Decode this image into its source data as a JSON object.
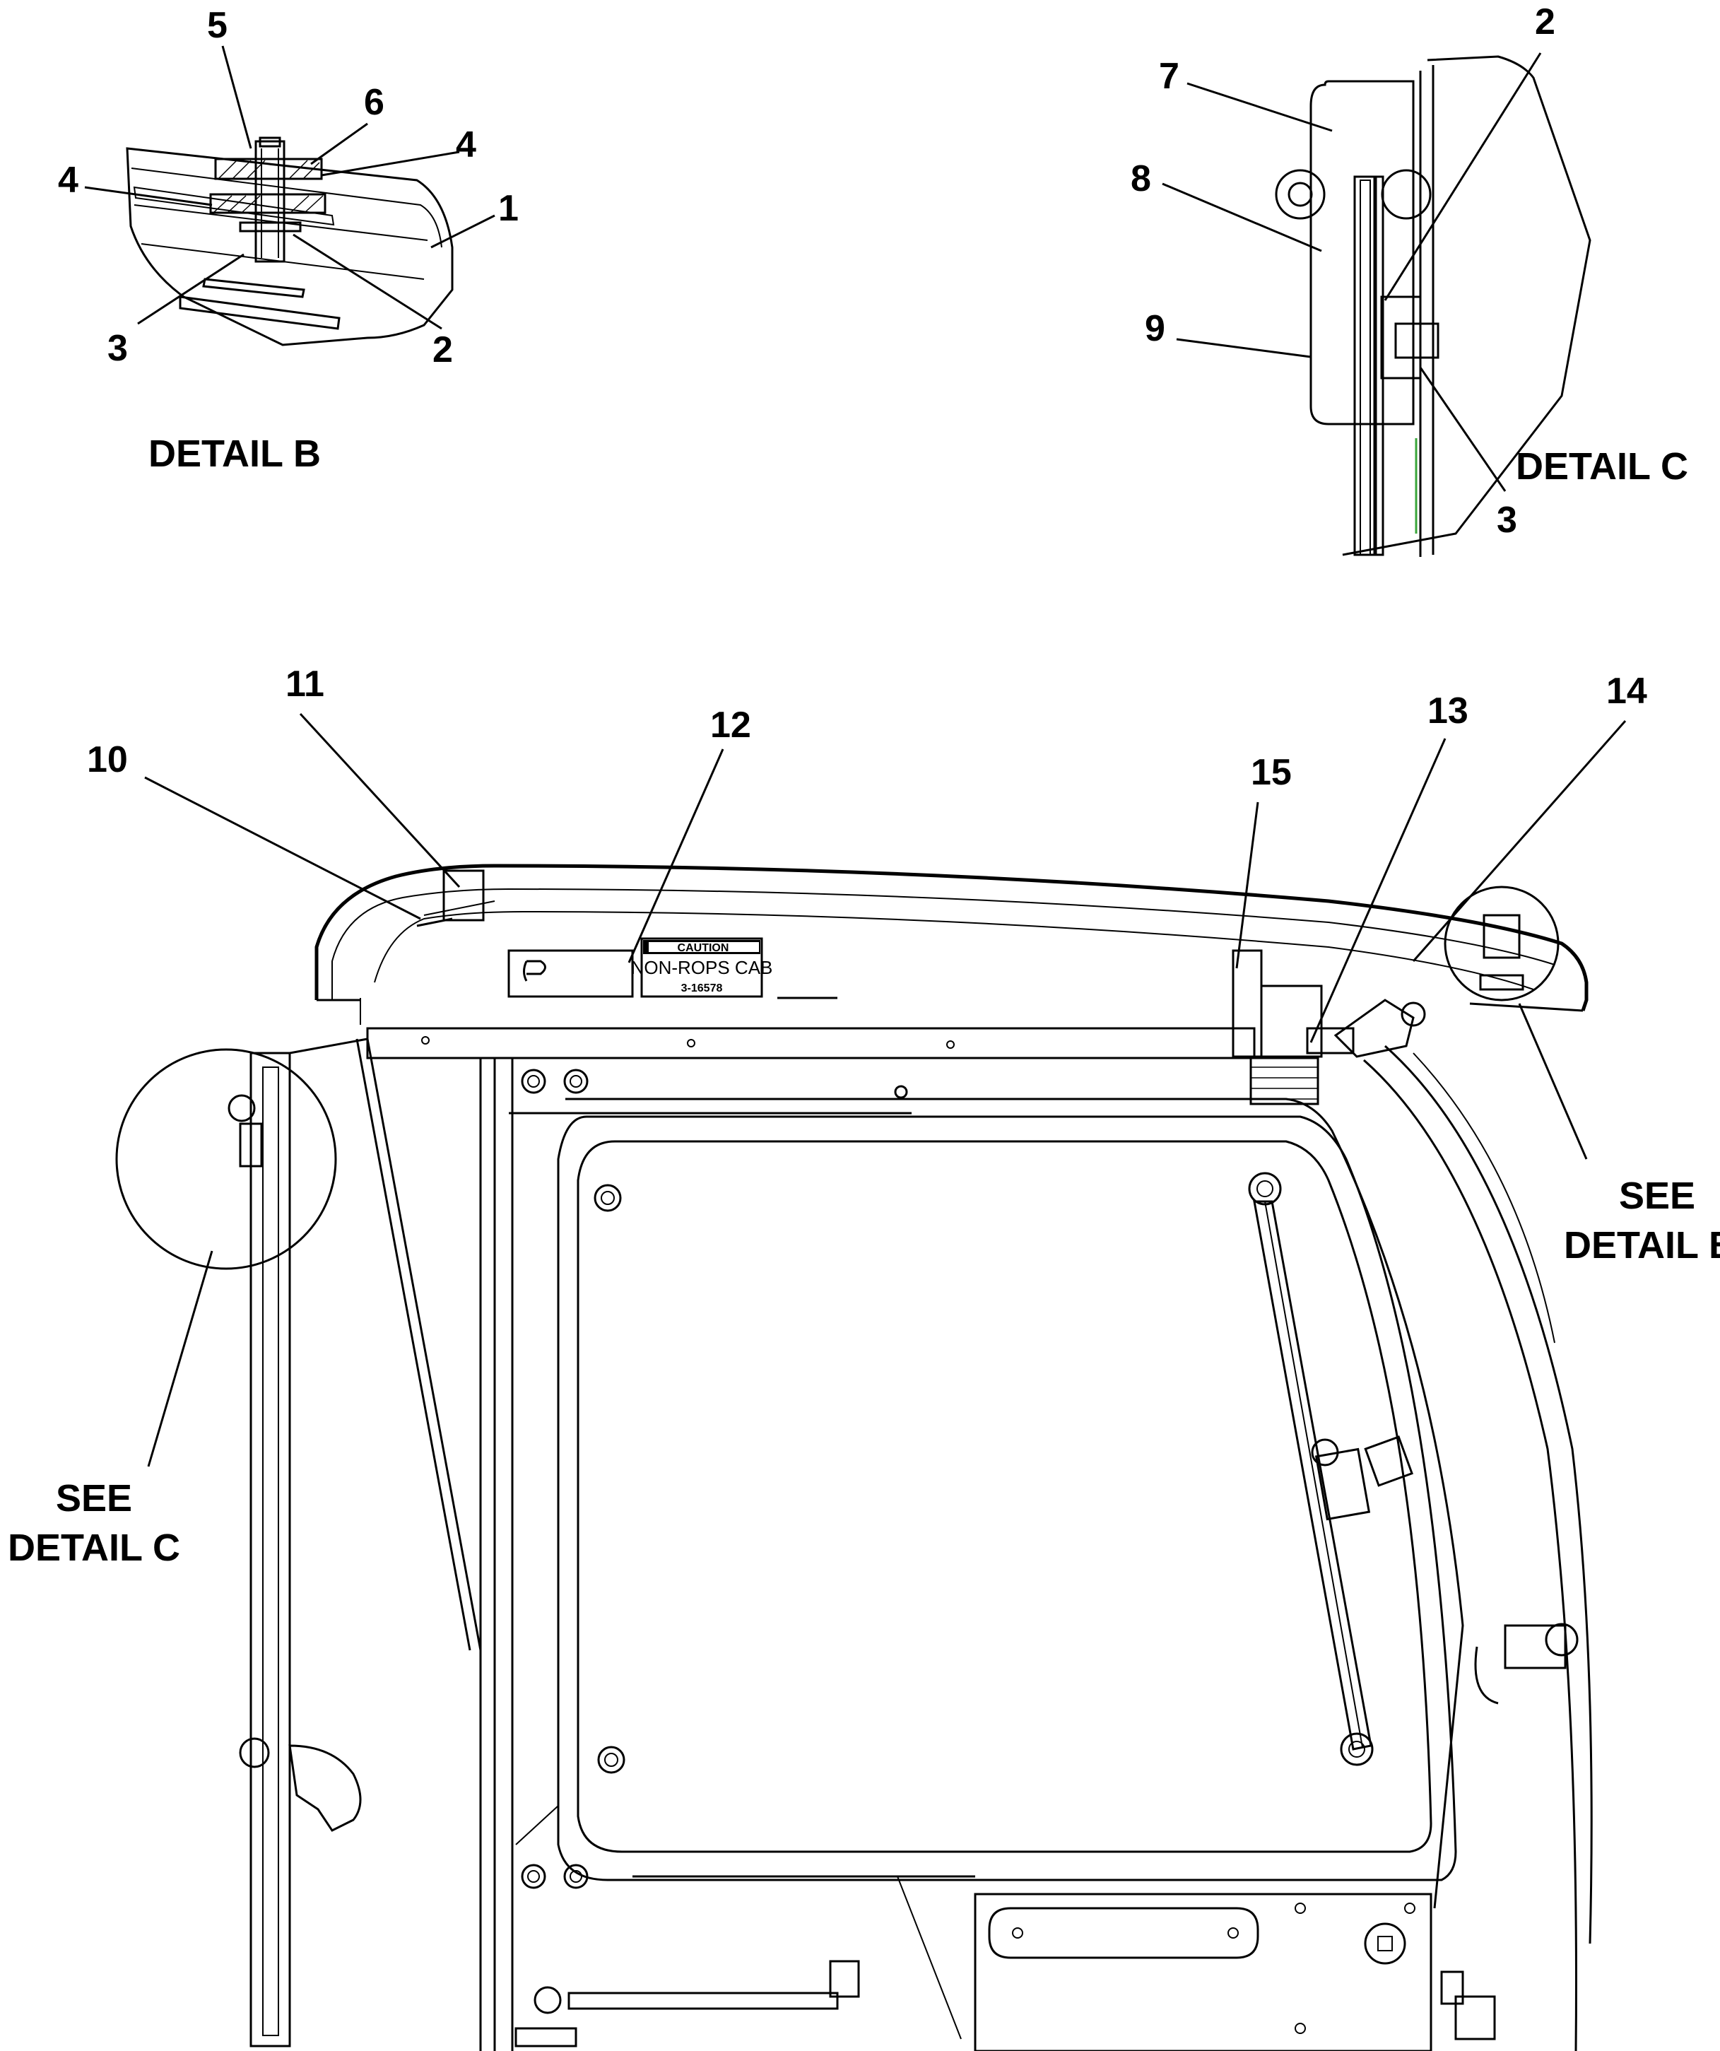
{
  "callouts": {
    "detail_b": [
      "5",
      "6",
      "4",
      "4",
      "1",
      "3",
      "2"
    ],
    "detail_c": [
      "2",
      "7",
      "8",
      "9",
      "3"
    ],
    "main": [
      "11",
      "12",
      "10",
      "13",
      "14",
      "15"
    ]
  },
  "captions": {
    "detail_b": "DETAIL B",
    "detail_c": "DETAIL C",
    "see_detail_b": [
      "SEE",
      "DETAIL B"
    ],
    "see_detail_c": [
      "SEE",
      "DETAIL C"
    ]
  },
  "decal": {
    "header": "CAUTION",
    "title": "NON-ROPS CAB",
    "part_number": "3-16578"
  }
}
